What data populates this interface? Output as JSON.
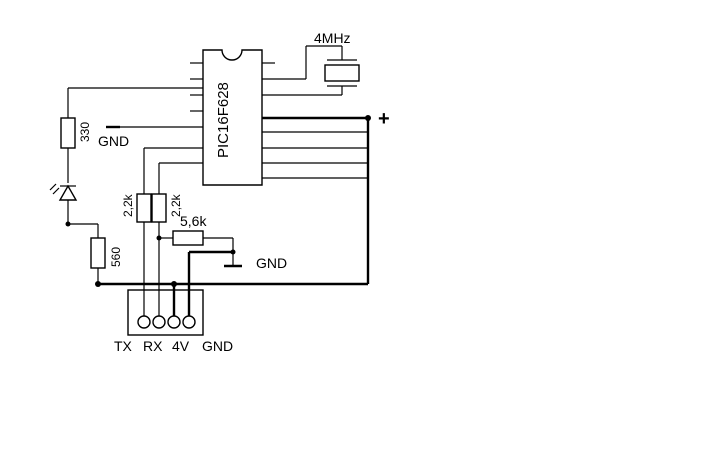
{
  "labels": {
    "chip": "PIC16F628",
    "crystal": "4MHz",
    "plus": "+",
    "gnd_top": "GND",
    "gnd_mid": "GND",
    "r_led": "330",
    "r_560": "560",
    "r_tx": "2,2k",
    "r_rx": "2,2k",
    "r_56": "5,6k",
    "conn_tx": "TX",
    "conn_rx": "RX",
    "conn_4v": "4V",
    "conn_gnd": "GND"
  },
  "colors": {
    "ink": "#000000",
    "background": "#ffffff"
  }
}
